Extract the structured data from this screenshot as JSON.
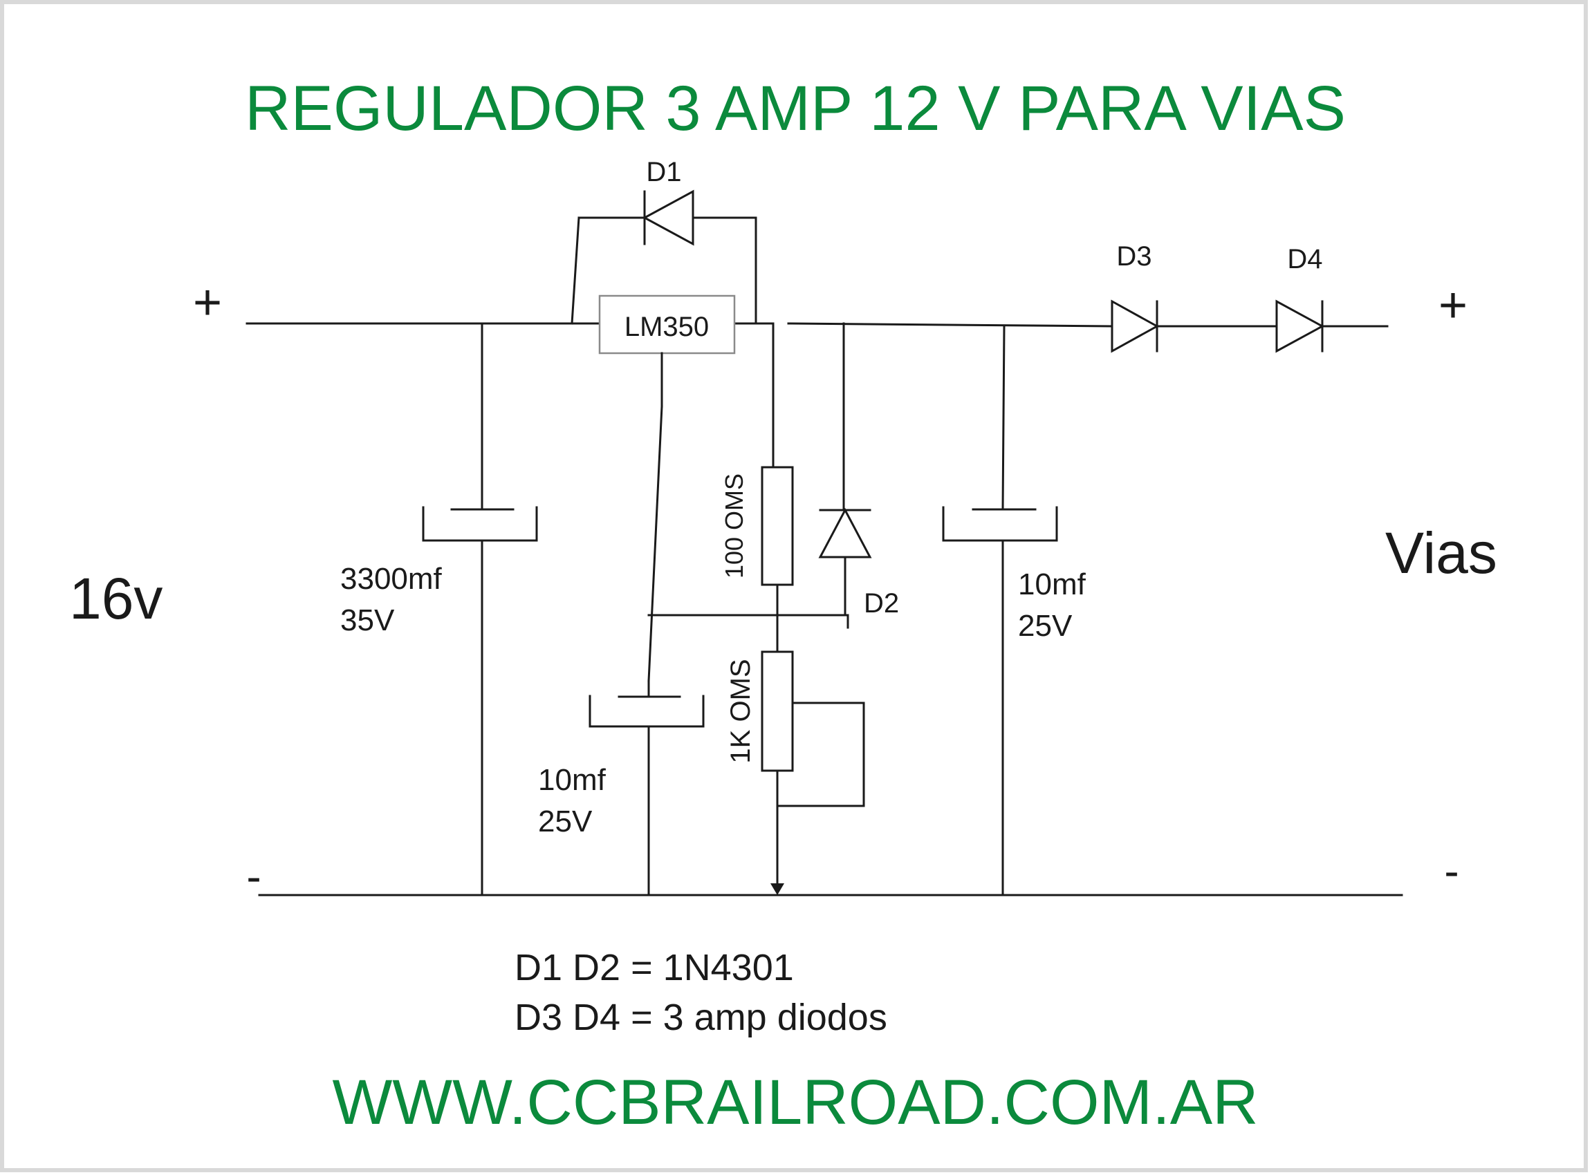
{
  "title": "REGULADOR 3 AMP 12 V PARA VIAS",
  "website": "WWW.CCBRAILROAD.COM.AR",
  "colors": {
    "accent": "#0b8a3c",
    "ink": "#1a1a1a",
    "frame": "#d9d9d9"
  },
  "input": {
    "plus": "+",
    "minus": "-",
    "voltage": "16v"
  },
  "output": {
    "plus": "+",
    "minus": "-",
    "name": "Vias"
  },
  "regulator": {
    "label": "LM350"
  },
  "diodes": {
    "d1": "D1",
    "d2": "D2",
    "d3": "D3",
    "d4": "D4"
  },
  "capacitors": {
    "c_in": {
      "value": "3300mf",
      "voltage": "35V"
    },
    "c_adj": {
      "value": "10mf",
      "voltage": "25V"
    },
    "c_out": {
      "value": "10mf",
      "voltage": "25V"
    }
  },
  "resistors": {
    "r1": "100 OMS",
    "pot": "1K OMS"
  },
  "notes": [
    "D1 D2 = 1N4301",
    "D3 D4 = 3 amp diodos"
  ]
}
